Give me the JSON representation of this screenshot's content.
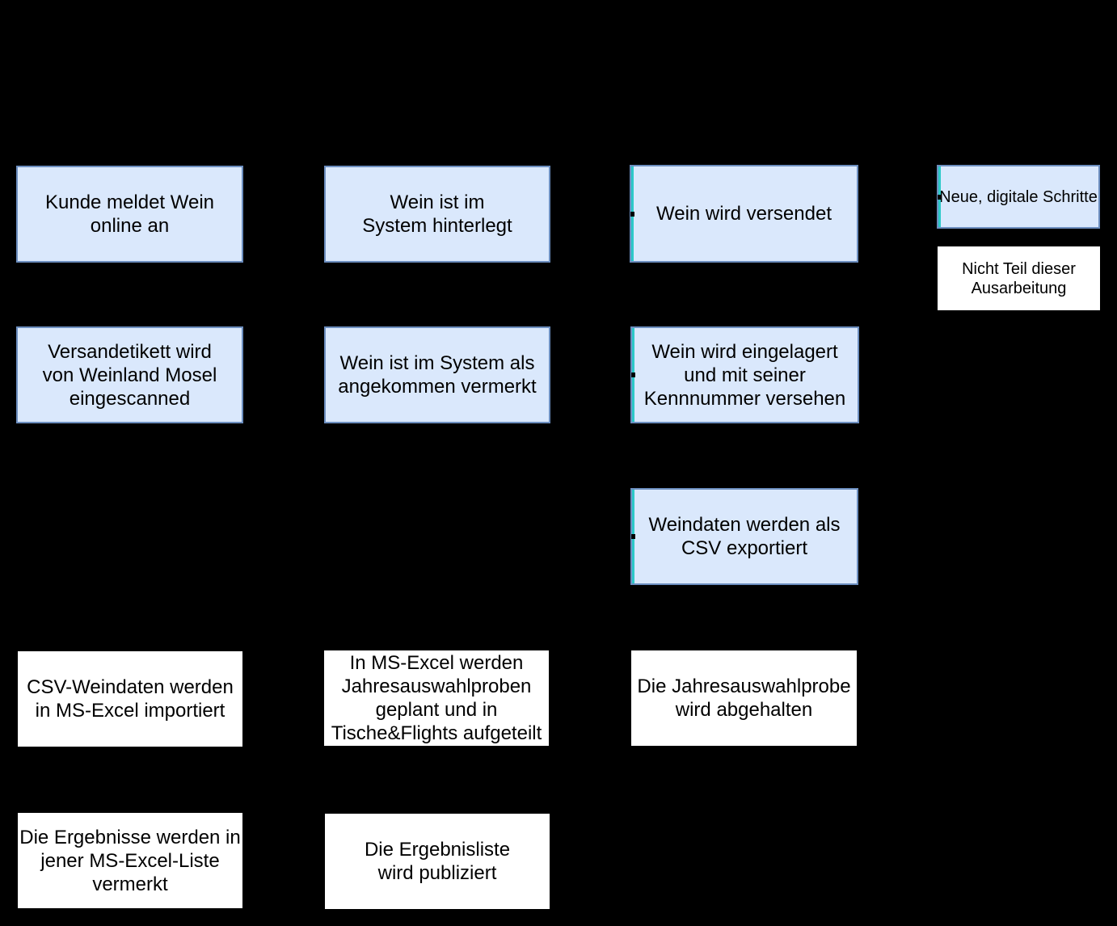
{
  "diagram": {
    "description": "Process flowchart (wine registration, shipping, storage, tasting) on black background",
    "colors": {
      "background": "#000000",
      "node_fill_blue": "#dae8fc",
      "node_border_blue": "#6c8ebf",
      "node_fill_white": "#ffffff",
      "text": "#000000",
      "connector_highlight_cyan": "#2dc9c9"
    }
  },
  "nodes": [
    {
      "label": "Kunde meldet Wein\nonline an"
    },
    {
      "label": "Wein ist im\nSystem hinterlegt"
    },
    {
      "label": "Wein wird versendet"
    },
    {
      "label": "Neue, digitale Schritte"
    },
    {
      "label": "Nicht Teil dieser\nAusarbeitung"
    },
    {
      "label": "Versandetikett wird\nvon Weinland Mosel\neingescanned"
    },
    {
      "label": "Wein ist im System als\nangekommen vermerkt"
    },
    {
      "label": "Wein wird eingelagert\nund mit seiner\nKennnummer versehen"
    },
    {
      "label": "Weindaten werden als\nCSV exportiert"
    },
    {
      "label": "CSV-Weindaten werden\nin MS-Excel importiert"
    },
    {
      "label": "In MS-Excel werden\nJahresauswahlproben\ngeplant und in\nTische&Flights aufgeteilt"
    },
    {
      "label": "Die Jahresauswahlprobe\nwird abgehalten"
    },
    {
      "label": "Die Ergebnisse werden in\njener MS-Excel-Liste\nvermerkt"
    },
    {
      "label": "Die Ergebnisliste\nwird publiziert"
    }
  ]
}
